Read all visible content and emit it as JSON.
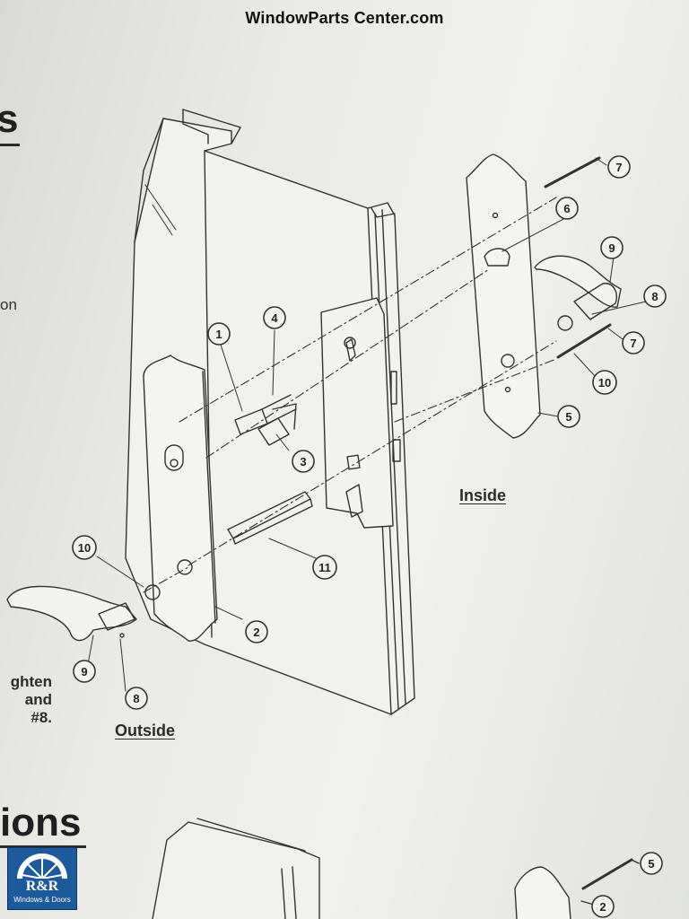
{
  "watermark": "WindowParts Center.com",
  "heading_fragments": [
    "s",
    "ions"
  ],
  "side_text": {
    "fragment": "on",
    "note_lines": [
      "ghten",
      "and",
      "#8."
    ]
  },
  "views": {
    "outside": "Outside",
    "inside": "Inside"
  },
  "callouts": [
    "1",
    "2",
    "3",
    "4",
    "5",
    "6",
    "7",
    "8",
    "9",
    "10",
    "11"
  ],
  "lower_callouts": [
    "5",
    "2"
  ],
  "logo": {
    "name": "R&R",
    "tagline": "Windows & Doors"
  },
  "colors": {
    "ink": "#333333",
    "paper": "#ecece9",
    "logo_blue": "#1d5a9c"
  }
}
